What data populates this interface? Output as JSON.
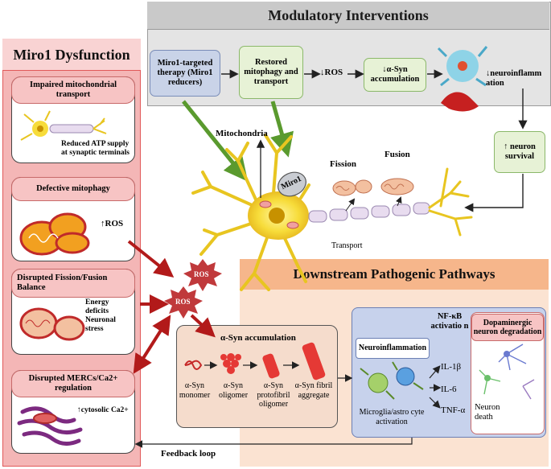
{
  "modulatory": {
    "title": "Modulatory Interventions",
    "step1": "Miro1-targeted therapy (Miro1 reducers)",
    "step2": "Restored mitophagy and transport",
    "step3": "↓ROS",
    "step4": "↓α-Syn accumulation",
    "step5": "↓neuroinflamm ation",
    "step6": "↑ neuron survival"
  },
  "dysfunction": {
    "title": "Miro1 Dysfunction",
    "card1": {
      "title": "Impaired mitochondrial transport",
      "note": "Reduced ATP supply at synaptic terminals"
    },
    "card2": {
      "title": "Defective mitophagy",
      "note": "↑ROS"
    },
    "card3": {
      "title": "Disrupted Fission/Fusion Balance",
      "note": "Energy deficits Neuronal stress"
    },
    "card4": {
      "title": "Disrupted MERCs/Ca2+ regulation",
      "note": "↑cytosolic Ca2+"
    }
  },
  "neuron": {
    "mitochondria": "Mitochondria",
    "miro1": "Miro1",
    "fission": "Fission",
    "fusion": "Fusion",
    "transport": "Transport",
    "ros1": "ROS",
    "ros2": "ROS"
  },
  "downstream": {
    "title": "Downstream Pathogenic Pathways",
    "syn_title": "α-Syn accumulation",
    "stages": [
      "α-Syn monomer",
      "α-Syn oligomer",
      "α-Syn protofibril oligomer",
      "α-Syn fibril aggregate"
    ],
    "neuroinflammation": "Neuroinflammation",
    "microglia": "Microglia/astro cyte activation",
    "nfkb": "NF-κB activatio n",
    "cytokines": [
      "IL-1β",
      "IL-6",
      "TNF-α"
    ],
    "dopa_title": "Dopaminergic neuron degradation",
    "neuron_death": "Neuron death"
  },
  "feedback": "Feedback loop",
  "colors": {
    "arrow_green": "#5a9a2e",
    "arrow_red": "#b21a1a",
    "ros_red": "#c0393b"
  }
}
